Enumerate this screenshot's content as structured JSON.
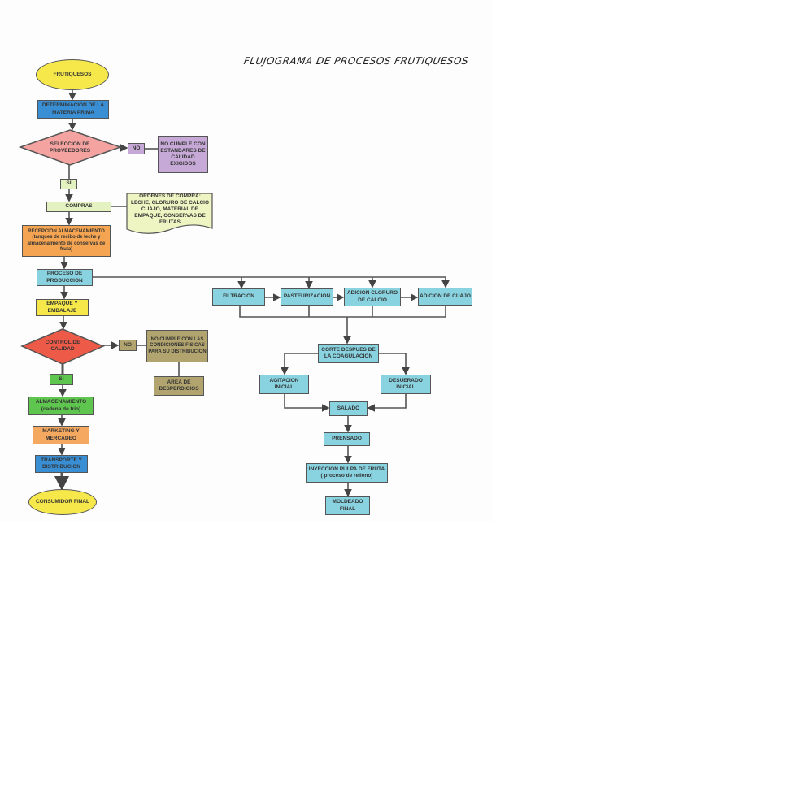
{
  "title": "FLUJOGRAMA DE PROCESOS FRUTIQUESOS",
  "main_flow": {
    "start": "FRUTIQUESOS",
    "determinacion": "DETERMINACION DE LA MATERIA PRIMA",
    "seleccion": "SELECCION DE PROVEEDORES",
    "no1": "NO",
    "no_cumple1": "NO CUMPLE CON ESTANDARES DE CALIDAD EXIGIDOS",
    "si1": "SI",
    "compras": "COMPRAS",
    "ordenes": "ORDENES DE COMPRA: LECHE, CLORURO DE CALCIO CUAJO, MATERIAL DE EMPAQUE, CONSERVAS DE FRUTAS",
    "recepcion": "RECEPCION ALMACENAMIENTO (tanques de recibo de leche y almacenamiento de conservas de fruta)",
    "proceso": "PROCESO DE PRODUCCION",
    "empaque": "EMPAQUE Y EMBALAJE",
    "control": "CONTROL DE CALIDAD",
    "no2": "NO",
    "no_cumple2": "NO CUMPLE CON LAS CONDICIONES FISICAS PARA SU DISTRIBUCION",
    "area": "AREA DE DESPERDICIOS",
    "si2": "SI",
    "almacenamiento": "ALMACENAMIENTO (cadena de frio)",
    "marketing": "MARKETING Y MERCADEO",
    "transporte": "TRANSPORTE Y DISTRIBUCION",
    "consumidor": "CONSUMIDOR FINAL"
  },
  "production": {
    "filtracion": "FILTRACION",
    "pasteurizacion": "PASTEURIZACION",
    "cloruro": "ADICION CLORURO DE CALCIO",
    "cuajo": "ADICION DE CUAJO",
    "corte": "CORTE DESPUES DE LA COAGULACION",
    "agitacion": "AGITACION INICIAL",
    "desuerado": "DESUERADO INICIAL",
    "salado": "SALADO",
    "prensado": "PRENSADO",
    "inyeccion": "INYECCION PULPA DE FRUTA ( proceso de relleno)",
    "moldeado": "MOLDEADO FINAL"
  },
  "colors": {
    "yellow": "#f6e84a",
    "blue": "#3a8fd4",
    "pink": "#f4a3a0",
    "lavender": "#c6a9d6",
    "lightgreen": "#e4f1c0",
    "orange": "#f5a552",
    "cyan": "#89d3e0",
    "red": "#ee5a48",
    "olive": "#b2a46e",
    "green": "#5ec64e"
  }
}
